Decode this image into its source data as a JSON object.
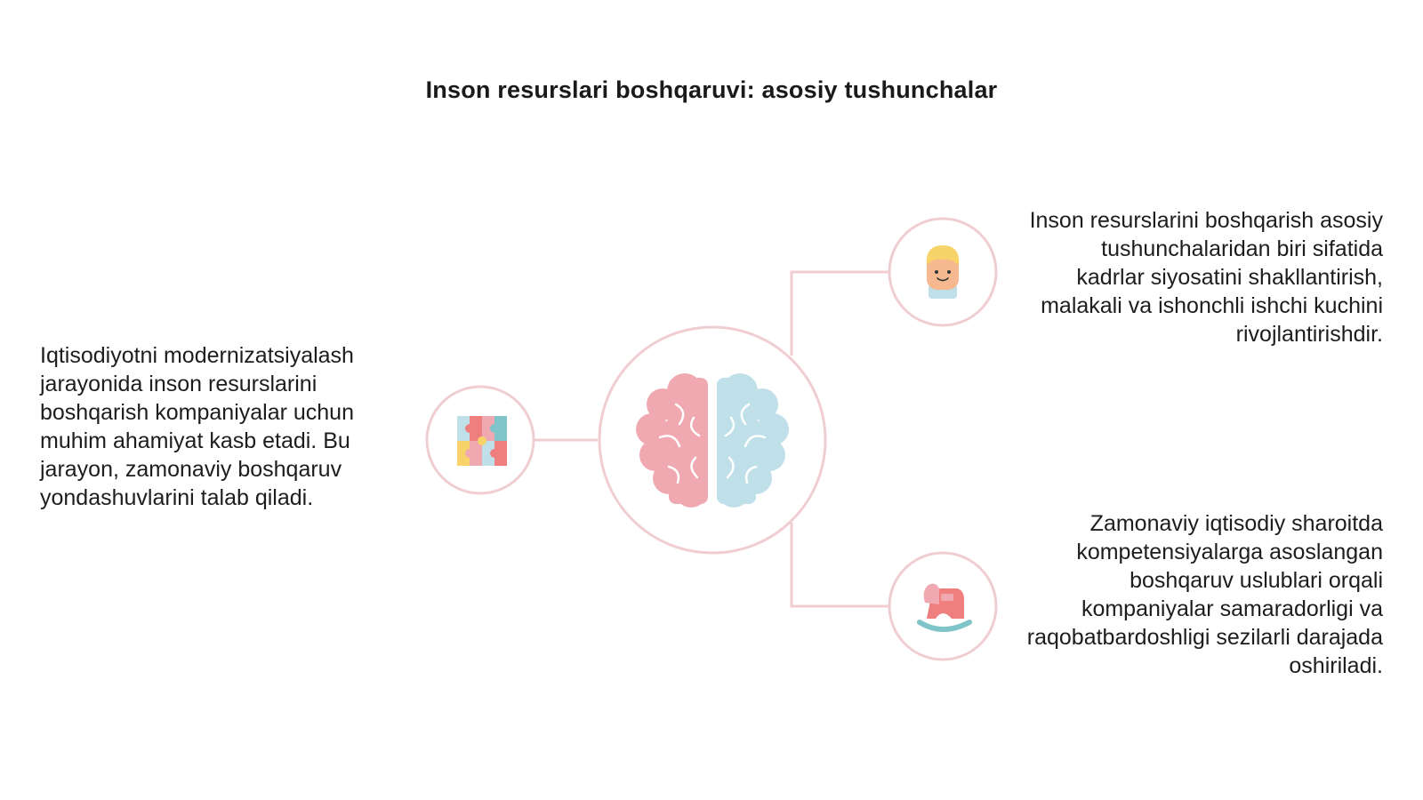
{
  "slide": {
    "title": "Inson resurslari boshqaruvi: asosiy tushunchalar"
  },
  "blocks": {
    "left": {
      "text": "Iqtisodiyotni modernizatsiyalash jarayonida inson resurslarini boshqarish kompaniyalar uchun muhim ahamiyat kasb etadi. Bu jarayon, zamonaviy boshqaruv yondashuvlarini talab qiladi.",
      "icon": "puzzle-icon"
    },
    "right_top": {
      "text": "Inson resurslarini boshqarish asosiy tushunchalaridan biri sifatida kadrlar siyosatini shakllantirish, malakali va ishonchli ishchi kuchini rivojlantirishdir.",
      "icon": "person-icon"
    },
    "right_bottom": {
      "text": "Zamonaviy iqtisodiy sharoitda kompetensiyalarga asoslangan boshqaruv uslublari orqali kompaniyalar samaradorligi va raqobatbardoshligi sezilarli darajada oshiriladi.",
      "icon": "rocking-horse-icon"
    },
    "center": {
      "icon": "brain-icon"
    }
  },
  "colors": {
    "outline": "#f0cdd1",
    "pink": "#f0a9b0",
    "blue": "#bfe0e8",
    "coral": "#ef7f7f",
    "teal": "#7fc4c8",
    "yellow": "#f7d36a",
    "skin": "#f6b98f"
  }
}
